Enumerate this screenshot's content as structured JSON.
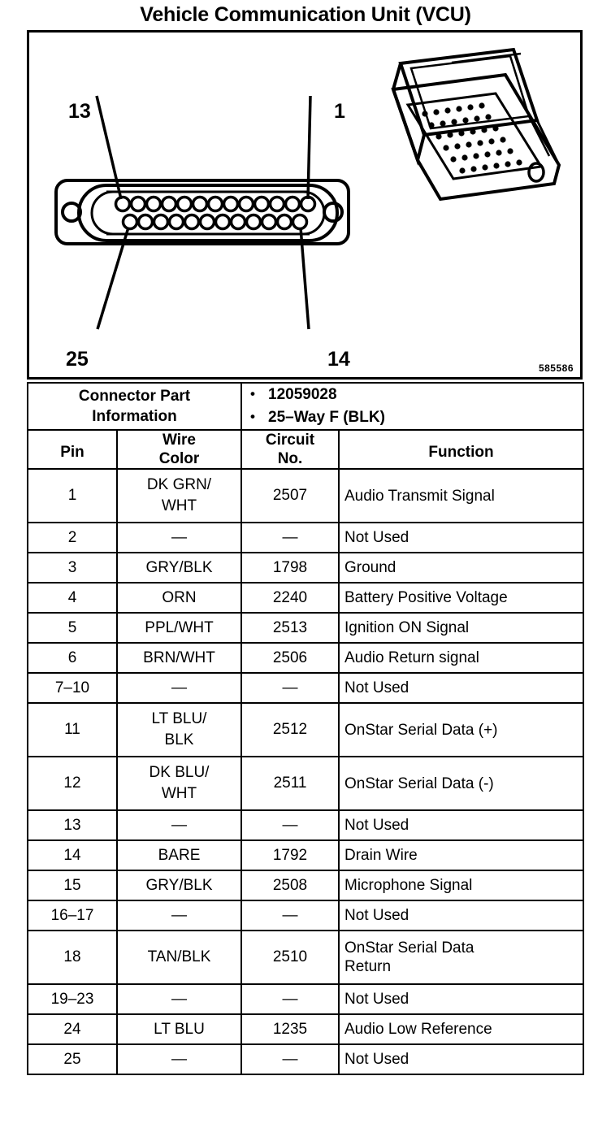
{
  "title": "Vehicle Communication Unit (VCU)",
  "figure": {
    "reference_number": "585586",
    "callouts": [
      {
        "name": "pin-13",
        "label": "13"
      },
      {
        "name": "pin-1",
        "label": "1"
      },
      {
        "name": "pin-25",
        "label": "25"
      },
      {
        "name": "pin-14",
        "label": "14"
      }
    ],
    "connector_face": {
      "top_row_holes": 13,
      "bottom_row_holes": 12,
      "total_pins": 25
    }
  },
  "connector_part_information": {
    "label_line1": "Connector Part",
    "label_line2": "Information",
    "values": [
      "12059028",
      "25–Way F (BLK)"
    ]
  },
  "table": {
    "headers": {
      "pin": "Pin",
      "wire_color_line1": "Wire",
      "wire_color_line2": "Color",
      "circuit_line1": "Circuit",
      "circuit_line2": "No.",
      "function": "Function"
    },
    "rows": [
      {
        "pin": "1",
        "wire": "DK GRN/\nWHT",
        "wire_l1": "DK GRN/",
        "wire_l2": "WHT",
        "circuit": "2507",
        "function": "Audio Transmit Signal",
        "tall": true
      },
      {
        "pin": "2",
        "wire": "—",
        "circuit": "—",
        "function": "Not Used",
        "tall": false
      },
      {
        "pin": "3",
        "wire": "GRY/BLK",
        "circuit": "1798",
        "function": "Ground",
        "tall": false
      },
      {
        "pin": "4",
        "wire": "ORN",
        "circuit": "2240",
        "function": "Battery Positive Voltage",
        "tall": false
      },
      {
        "pin": "5",
        "wire": "PPL/WHT",
        "circuit": "2513",
        "function": "Ignition ON Signal",
        "tall": false
      },
      {
        "pin": "6",
        "wire": "BRN/WHT",
        "circuit": "2506",
        "function": "Audio Return signal",
        "tall": false
      },
      {
        "pin": "7–10",
        "wire": "—",
        "circuit": "—",
        "function": "Not Used",
        "tall": false
      },
      {
        "pin": "11",
        "wire_l1": "LT BLU/",
        "wire_l2": "BLK",
        "circuit": "2512",
        "function": "OnStar Serial Data (+)",
        "tall": true
      },
      {
        "pin": "12",
        "wire_l1": "DK BLU/",
        "wire_l2": "WHT",
        "circuit": "2511",
        "function": "OnStar Serial Data (-)",
        "tall": true
      },
      {
        "pin": "13",
        "wire": "—",
        "circuit": "—",
        "function": "Not Used",
        "tall": false
      },
      {
        "pin": "14",
        "wire": "BARE",
        "circuit": "1792",
        "function": "Drain Wire",
        "tall": false
      },
      {
        "pin": "15",
        "wire": "GRY/BLK",
        "circuit": "2508",
        "function": "Microphone Signal",
        "tall": false
      },
      {
        "pin": "16–17",
        "wire": "—",
        "circuit": "—",
        "function": "Not Used",
        "tall": false
      },
      {
        "pin": "18",
        "wire": "TAN/BLK",
        "circuit": "2510",
        "function_l1": "OnStar Serial Data",
        "function_l2": "Return",
        "tall": true
      },
      {
        "pin": "19–23",
        "wire": "—",
        "circuit": "—",
        "function": "Not Used",
        "tall": false
      },
      {
        "pin": "24",
        "wire": "LT BLU",
        "circuit": "1235",
        "function": "Audio Low Reference",
        "tall": false
      },
      {
        "pin": "25",
        "wire": "—",
        "circuit": "—",
        "function": "Not Used",
        "tall": false
      }
    ]
  }
}
